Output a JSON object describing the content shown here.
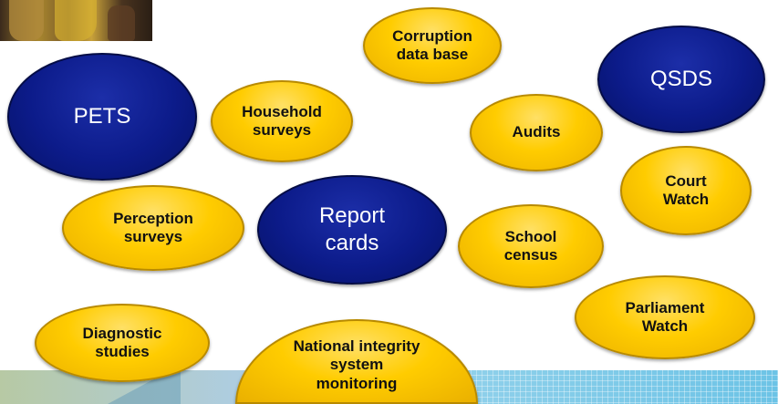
{
  "photo": {
    "alt": "photo-strip"
  },
  "bubbles": {
    "corruption": "Corruption\ndata base",
    "qsds": "QSDS",
    "pets": "PETS",
    "household": "Household\nsurveys",
    "audits": "Audits",
    "court": "Court\nWatch",
    "perception": "Perception\nsurveys",
    "report": "Report\ncards",
    "school": "School\ncensus",
    "parliament": "Parliament\nWatch",
    "diagnostic": "Diagnostic\nstudies",
    "national": "National integrity\nsystem\nmonitoring"
  },
  "colors": {
    "gold": "#ffcc00",
    "blue": "#0c1b8a"
  }
}
